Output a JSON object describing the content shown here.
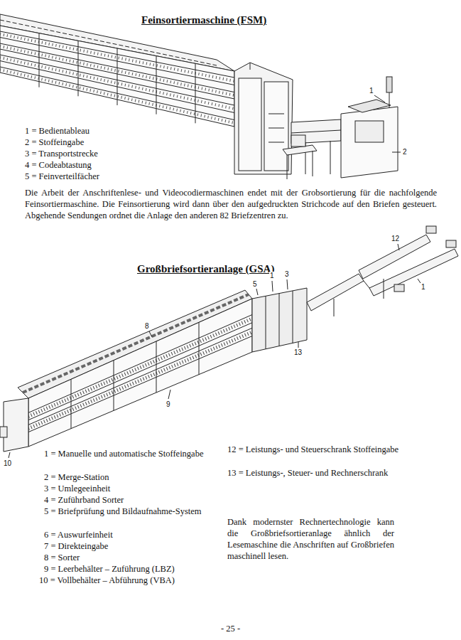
{
  "diagram": {
    "title": "Feinsortiermaschine (FSM)",
    "labels": [
      "1 = Bedientableau",
      "2 = Stoffeingabe",
      "3 = Transportstrecke",
      "4 = Codeabtastung",
      "5 = Feinverteilfächer",
      "1",
      "2",
      "Die Arbeit der Anschriftenlese- und Videocodiermaschinen endet mit der Grobsortierung für die nachfolgende Feinsortiermaschine. Die Feinsortierung wird dann über den aufgedruckten Strichcode auf den Briefen gesteuert. Abgehende Sendungen ordnet die Anlage den anderen 82 Briefzentren zu.",
      "Großbriefsortieranlage (GSA)",
      "12",
      "5",
      "1",
      "3",
      "1",
      "13",
      "8",
      "9",
      "10",
      "1 = Manuelle und automatische Stoffeingabe",
      "2 = Merge-Station",
      "3 = Umlegeeinheit",
      "4 = Zuführband Sorter",
      "5 = Briefprüfung und Bildaufnahme-System",
      "6 = Auswurfeinheit",
      "7 = Direkteingabe",
      "8 = Sorter",
      "9 = Leerbehälter – Zuführung (LBZ)",
      "10 = Vollbehälter – Abführung (VBA)",
      "12 = Leistungs- und Steuerschrank Stoffeingabe",
      "13 = Leistungs-, Steuer- und Rechnerschrank",
      "Dank modernster Rechnertechnologie kann die Großbriefsortieranlage ähnlich der Lesemaschine die Anschriften auf Großbriefen maschinell lesen.",
      "- 25 -"
    ]
  }
}
